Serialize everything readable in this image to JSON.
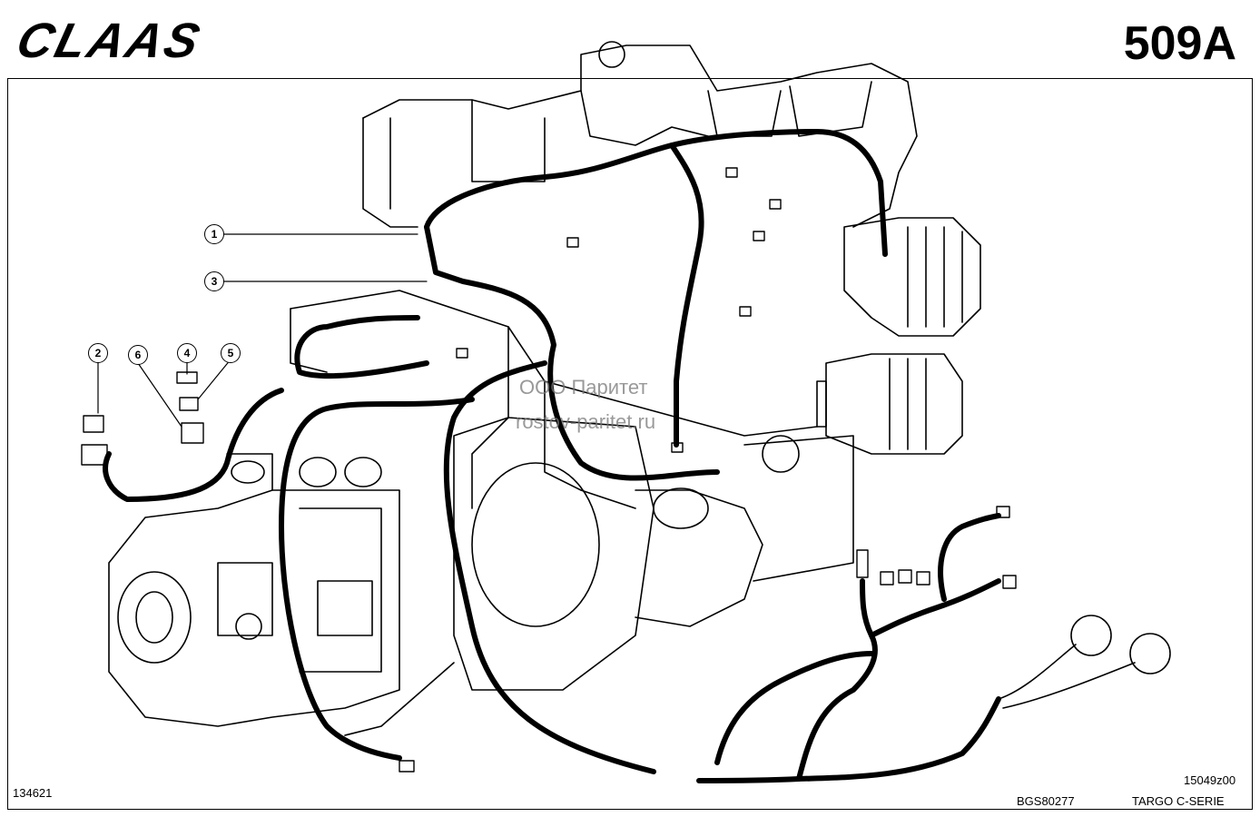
{
  "header": {
    "brand": "CLAAS",
    "page_code": "509A"
  },
  "callouts": {
    "c1": "1",
    "c2": "2",
    "c3": "3",
    "c4": "4",
    "c5": "5",
    "c6": "6"
  },
  "watermark": {
    "line1": "ООО Паритет",
    "line2": "rostov-paritet.ru"
  },
  "footer": {
    "drawing_number": "134621",
    "reference": "BGS80277",
    "sheet_code": "15049z00",
    "series": "TARGO C-SERIE"
  }
}
